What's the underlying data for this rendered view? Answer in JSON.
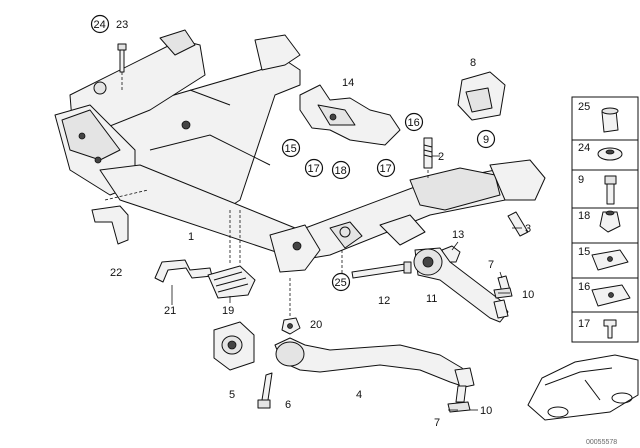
{
  "labels": {
    "l1": "1",
    "l2": "2",
    "l3": "3",
    "l4": "4",
    "l5": "5",
    "l6": "6",
    "l7a": "7",
    "l7b": "7",
    "l8": "8",
    "l9": "9",
    "l10a": "10",
    "l10b": "10",
    "l11": "11",
    "l12": "12",
    "l13": "13",
    "l14": "14",
    "l15": "15",
    "l16": "16",
    "l17a": "17",
    "l17b": "17",
    "l18": "18",
    "l19": "19",
    "l20": "20",
    "l21": "21",
    "l22": "22",
    "l23": "23",
    "l24": "24",
    "l25": "25"
  },
  "panel": {
    "p25": "25",
    "p24": "24",
    "p9": "9",
    "p18": "18",
    "p15": "15",
    "p16": "16",
    "p17": "17"
  },
  "code": "00055578"
}
